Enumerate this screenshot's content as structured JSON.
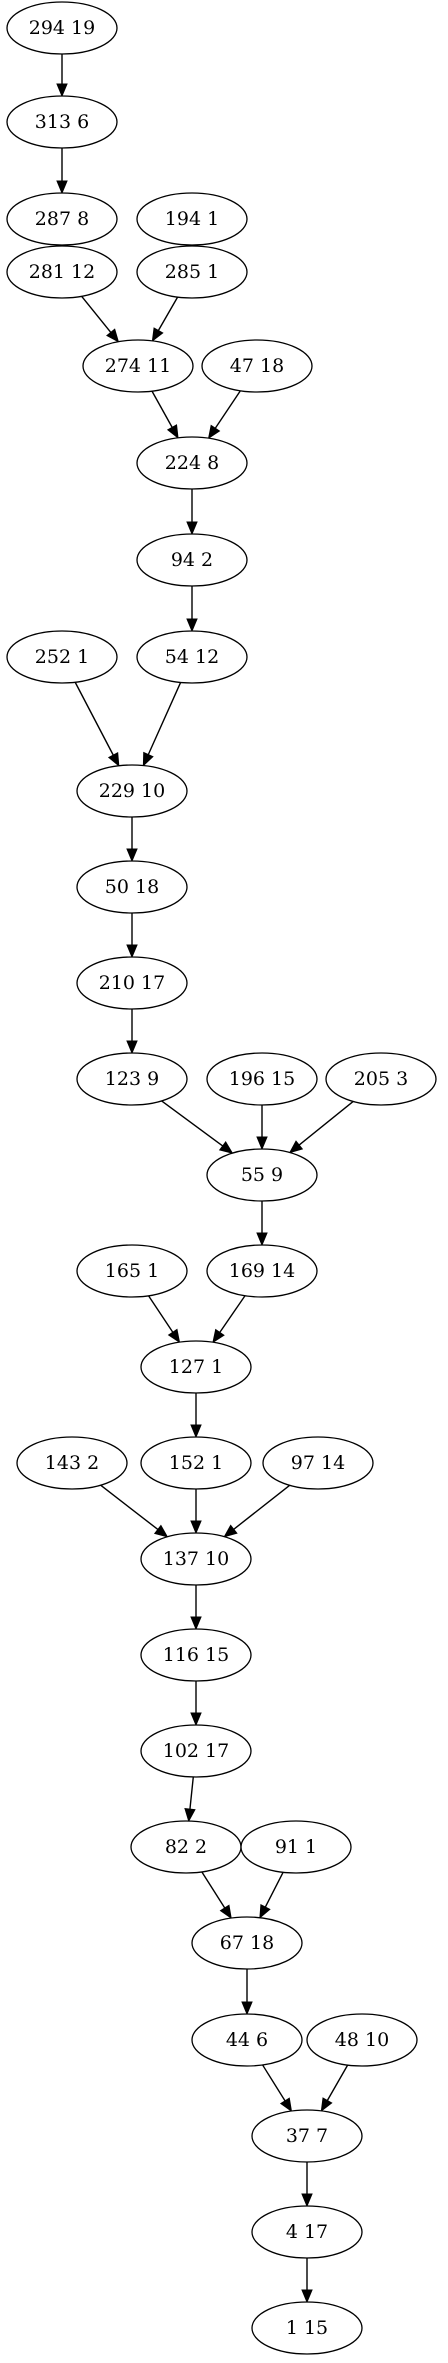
{
  "diagram": {
    "nodes": [
      {
        "id": "n294",
        "label": "294 19"
      },
      {
        "id": "n313",
        "label": "313 6"
      },
      {
        "id": "n287",
        "label": "287 8"
      },
      {
        "id": "n194",
        "label": "194 1"
      },
      {
        "id": "n281",
        "label": "281 12"
      },
      {
        "id": "n285",
        "label": "285 1"
      },
      {
        "id": "n274",
        "label": "274 11"
      },
      {
        "id": "n47",
        "label": "47 18"
      },
      {
        "id": "n224",
        "label": "224 8"
      },
      {
        "id": "n94",
        "label": "94 2"
      },
      {
        "id": "n252",
        "label": "252 1"
      },
      {
        "id": "n54",
        "label": "54 12"
      },
      {
        "id": "n229",
        "label": "229 10"
      },
      {
        "id": "n50",
        "label": "50 18"
      },
      {
        "id": "n210",
        "label": "210 17"
      },
      {
        "id": "n123",
        "label": "123 9"
      },
      {
        "id": "n196",
        "label": "196 15"
      },
      {
        "id": "n205",
        "label": "205 3"
      },
      {
        "id": "n55",
        "label": "55 9"
      },
      {
        "id": "n165",
        "label": "165 1"
      },
      {
        "id": "n169",
        "label": "169 14"
      },
      {
        "id": "n127",
        "label": "127 1"
      },
      {
        "id": "n143",
        "label": "143 2"
      },
      {
        "id": "n152",
        "label": "152 1"
      },
      {
        "id": "n97",
        "label": "97 14"
      },
      {
        "id": "n137",
        "label": "137 10"
      },
      {
        "id": "n116",
        "label": "116 15"
      },
      {
        "id": "n102",
        "label": "102 17"
      },
      {
        "id": "n82",
        "label": "82 2"
      },
      {
        "id": "n91",
        "label": "91 1"
      },
      {
        "id": "n67",
        "label": "67 18"
      },
      {
        "id": "n44",
        "label": "44 6"
      },
      {
        "id": "n48",
        "label": "48 10"
      },
      {
        "id": "n37",
        "label": "37 7"
      },
      {
        "id": "n4",
        "label": "4 17"
      },
      {
        "id": "n1",
        "label": "1 15"
      }
    ],
    "edges": [
      {
        "from": "n294",
        "to": "n313"
      },
      {
        "from": "n313",
        "to": "n287"
      },
      {
        "from": "n287",
        "to": "n281"
      },
      {
        "from": "n194",
        "to": "n285"
      },
      {
        "from": "n281",
        "to": "n274"
      },
      {
        "from": "n285",
        "to": "n274"
      },
      {
        "from": "n274",
        "to": "n224"
      },
      {
        "from": "n47",
        "to": "n224"
      },
      {
        "from": "n224",
        "to": "n94"
      },
      {
        "from": "n94",
        "to": "n54"
      },
      {
        "from": "n252",
        "to": "n229"
      },
      {
        "from": "n54",
        "to": "n229"
      },
      {
        "from": "n229",
        "to": "n50"
      },
      {
        "from": "n50",
        "to": "n210"
      },
      {
        "from": "n210",
        "to": "n123"
      },
      {
        "from": "n123",
        "to": "n55"
      },
      {
        "from": "n196",
        "to": "n55"
      },
      {
        "from": "n205",
        "to": "n55"
      },
      {
        "from": "n55",
        "to": "n169"
      },
      {
        "from": "n165",
        "to": "n127"
      },
      {
        "from": "n169",
        "to": "n127"
      },
      {
        "from": "n127",
        "to": "n152"
      },
      {
        "from": "n143",
        "to": "n137"
      },
      {
        "from": "n152",
        "to": "n137"
      },
      {
        "from": "n97",
        "to": "n137"
      },
      {
        "from": "n137",
        "to": "n116"
      },
      {
        "from": "n116",
        "to": "n102"
      },
      {
        "from": "n102",
        "to": "n82"
      },
      {
        "from": "n82",
        "to": "n67"
      },
      {
        "from": "n91",
        "to": "n67"
      },
      {
        "from": "n67",
        "to": "n44"
      },
      {
        "from": "n44",
        "to": "n37"
      },
      {
        "from": "n48",
        "to": "n37"
      },
      {
        "from": "n37",
        "to": "n4"
      },
      {
        "from": "n4",
        "to": "n1"
      }
    ]
  }
}
